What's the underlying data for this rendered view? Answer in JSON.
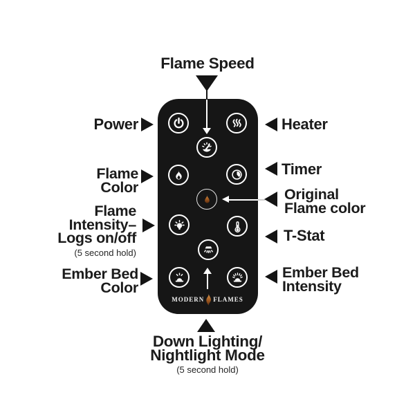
{
  "diagram_title": "Modern Flames remote control button guide",
  "colors": {
    "remote_body": "#161616",
    "icon_white": "#ffffff",
    "label_text": "#1b1b1b",
    "flame_accent_top": "#d89a55",
    "flame_accent_bottom": "#5f2f10"
  },
  "labels": {
    "flame_speed": "Flame Speed",
    "power": "Power",
    "heater": "Heater",
    "flame_color": [
      "Flame",
      "Color"
    ],
    "timer": "Timer",
    "original_flame_color": [
      "Original",
      "Flame color"
    ],
    "flame_intensity": [
      "Flame",
      "Intensity–",
      "Logs on/off"
    ],
    "flame_intensity_note": "(5 second hold)",
    "t_stat": "T-Stat",
    "ember_bed_color": [
      "Ember Bed",
      "Color"
    ],
    "ember_bed_intensity": [
      "Ember Bed",
      "Intensity"
    ],
    "down_lighting": [
      "Down Lighting/",
      "Nightlight Mode"
    ],
    "down_lighting_note": "(5 second hold)"
  },
  "remote": {
    "brand": [
      "MODERN",
      "FLAMES"
    ],
    "buttons": [
      {
        "name": "power",
        "icon": "power-icon"
      },
      {
        "name": "heater",
        "icon": "heater-waves-icon"
      },
      {
        "name": "flame-speed",
        "icon": "gauge-icon"
      },
      {
        "name": "flame-color",
        "icon": "flame-icon"
      },
      {
        "name": "timer",
        "icon": "clock-icon"
      },
      {
        "name": "original-flame-color",
        "icon": "orange-flame-icon"
      },
      {
        "name": "flame-intensity",
        "icon": "bulb-rays-icon"
      },
      {
        "name": "t-stat",
        "icon": "thermometer-icon"
      },
      {
        "name": "down-lighting",
        "icon": "downlight-icon"
      },
      {
        "name": "ember-bed-color",
        "icon": "ember-bed-glow-icon"
      },
      {
        "name": "ember-bed-intensity",
        "icon": "ember-bed-rays-icon"
      }
    ]
  }
}
